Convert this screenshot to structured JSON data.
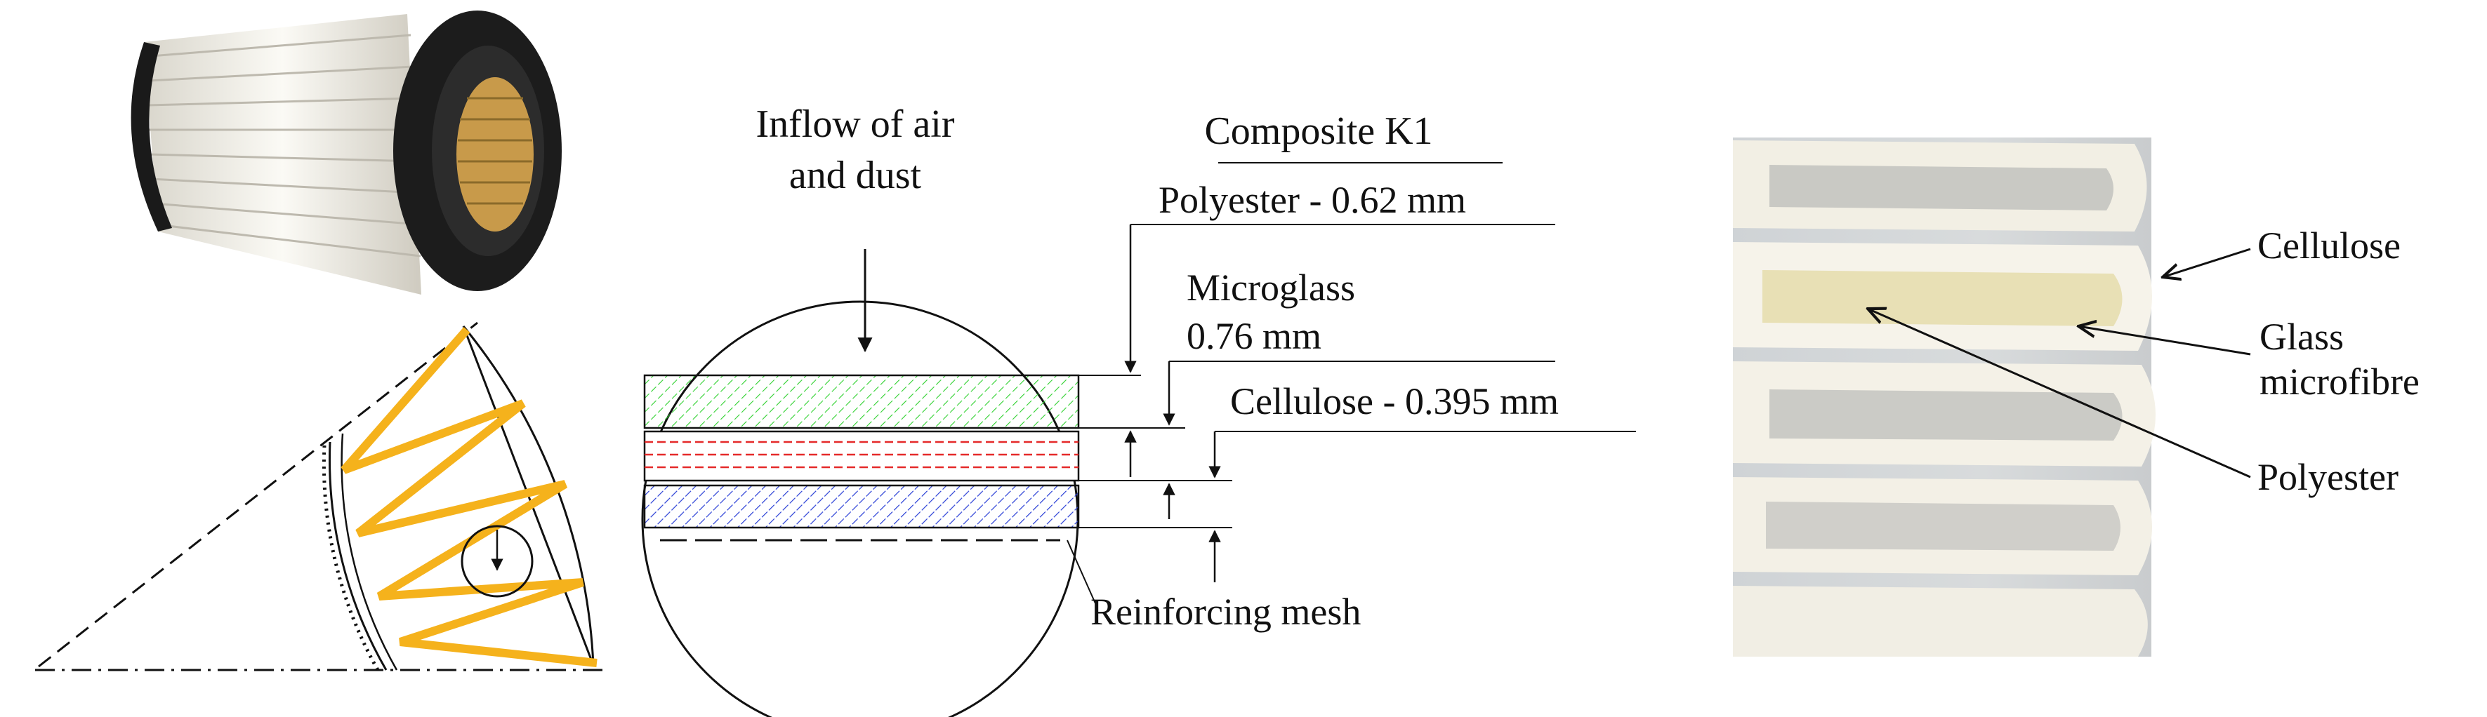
{
  "composite": {
    "title": "Composite K1",
    "inflow_line1": "Inflow of air",
    "inflow_line2": "and dust",
    "polyester_label": "Polyester - 0.62 mm",
    "microglass_line1": "Microglass",
    "microglass_line2": "0.76 mm",
    "cellulose_label": "Cellulose - 0.395 mm",
    "mesh_label": "Reinforcing mesh"
  },
  "photo_labels": {
    "cellulose": "Cellulose",
    "glass_line1": "Glass",
    "glass_line2": "microfibre",
    "polyester": "Polyester"
  },
  "colors": {
    "pleat": "#f5b21c",
    "layer_polyester": "#2fd12f",
    "layer_microglass": "#e52a2a",
    "layer_cellulose": "#2a3fd6",
    "filter_cap": "#1a1a1a",
    "media": "#f1efe6"
  }
}
